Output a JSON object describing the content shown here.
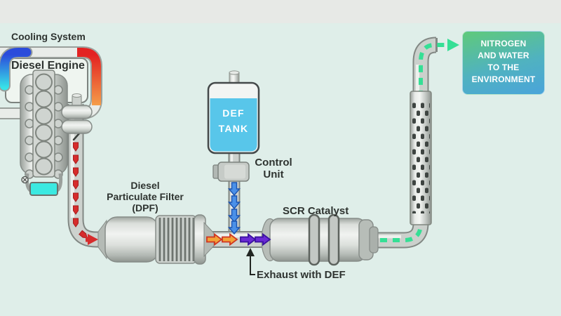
{
  "labels": {
    "cooling_system": "Cooling System",
    "diesel_engine": "Diesel Engine",
    "dpf": "Diesel\nParticulate Filter\n(DPF)",
    "def_tank": "DEF\nTANK",
    "control_unit": "Control\nUnit",
    "scr_catalyst": "SCR Catalyst",
    "exhaust_with_def": "Exhaust with DEF",
    "environment": "NITROGEN\nAND WATER\nTO THE\nENVIRONMENT"
  },
  "colors": {
    "background": "#dfeee9",
    "top_band": "#e7e9e6",
    "label_text": "#2e3330",
    "engine_exhaust_flow": "#d62c2c",
    "def_flow": "#4a90e8",
    "exhaust_with_def_flow": "#5a22cc",
    "clean_exhaust_flow": "#35df95",
    "coolant_cold": "#38e3e8",
    "coolant_hot": "#e32222",
    "def_liquid": "#58c6ea",
    "environment_box_green": "#5fca7a",
    "environment_box_blue": "#4aa4da"
  },
  "flows": [
    {
      "name": "engine-exhaust",
      "color": "#d62c2c",
      "style": "red dashed arrows"
    },
    {
      "name": "def-dosing",
      "color": "#4a90e8",
      "style": "blue arrows"
    },
    {
      "name": "exhaust-with-def",
      "color": "#5a22cc",
      "style": "purple arrows"
    },
    {
      "name": "clean-exhaust",
      "color": "#35df95",
      "style": "green dashed arrows"
    }
  ]
}
